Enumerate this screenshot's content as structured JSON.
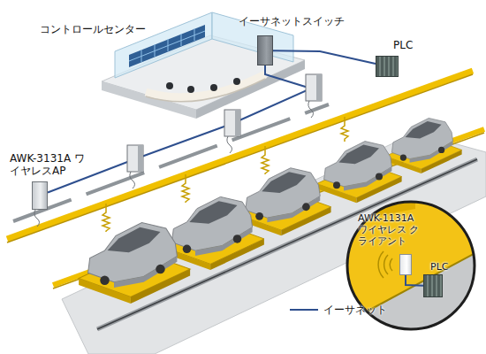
{
  "diagram": {
    "nodes": [
      {
        "text": [
          "コントロールセンター"
        ]
      },
      {
        "text": [
          "イーサネットスイッチ"
        ]
      },
      {
        "text": [
          "PLC"
        ]
      },
      {
        "text": [
          "AWK-3131A ワイヤレスAP"
        ]
      },
      {
        "text": [
          "AWK-1131A ワイヤレス クライアント"
        ]
      },
      {
        "text": [
          "PLC"
        ]
      }
    ],
    "edges": [
      {
        "from": 1,
        "to": 2,
        "arrow": "none"
      },
      {
        "from": 1,
        "to": 3,
        "arrow": "none"
      },
      {
        "from": 4,
        "to": 5,
        "arrow": "none"
      }
    ],
    "legend": [
      {
        "text": "イーサネット"
      }
    ]
  }
}
